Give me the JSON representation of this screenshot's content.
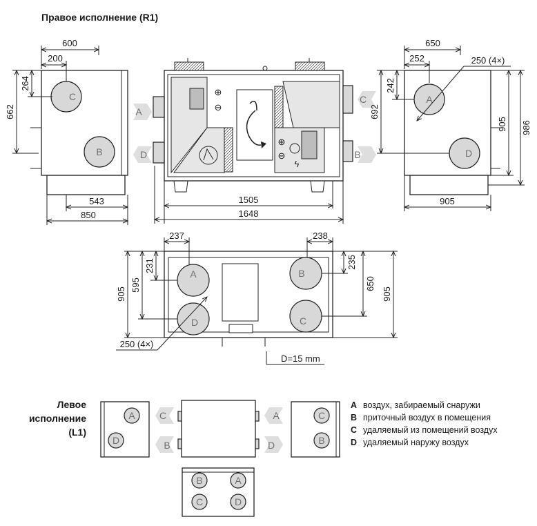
{
  "title_r1": "Правое исполнение (R1)",
  "title_l1": [
    "Левое",
    "исполнение",
    "(L1)"
  ],
  "ports": {
    "A": "A",
    "B": "B",
    "C": "C",
    "D": "D"
  },
  "left_view": {
    "dims": {
      "width": "600",
      "offset": "200",
      "top_offset": "264",
      "height": "662",
      "bottom1": "543",
      "bottom2": "850"
    }
  },
  "front_view": {
    "dims": {
      "length_inner": "1505",
      "length_outer": "1648"
    }
  },
  "right_view": {
    "dims": {
      "width": "650",
      "offset": "252",
      "top_offset": "242",
      "h1": "692",
      "h2": "905",
      "h3": "986",
      "bottom": "905",
      "diameter": "250 (4×)"
    }
  },
  "top_view": {
    "dims": {
      "left": "237",
      "right": "238",
      "l_top": "231",
      "l_mid": "595",
      "l_total": "905",
      "r_top": "235",
      "r_mid": "650",
      "r_total": "905",
      "diameter": "250 (4×)",
      "drain": "D=15 mm"
    }
  },
  "legend": [
    {
      "key": "A",
      "text": "воздух, забираемый снаружи"
    },
    {
      "key": "B",
      "text": "приточный воздух в помещения"
    },
    {
      "key": "C",
      "text": "удаляемый из помещений воздух"
    },
    {
      "key": "D",
      "text": "удаляемый наружу воздух"
    }
  ],
  "colors": {
    "line": "#222222",
    "shade": "#e6e6e6",
    "port": "#d8d8d8",
    "arrow": "#dedede",
    "label_grey": "#6f6f6f"
  }
}
